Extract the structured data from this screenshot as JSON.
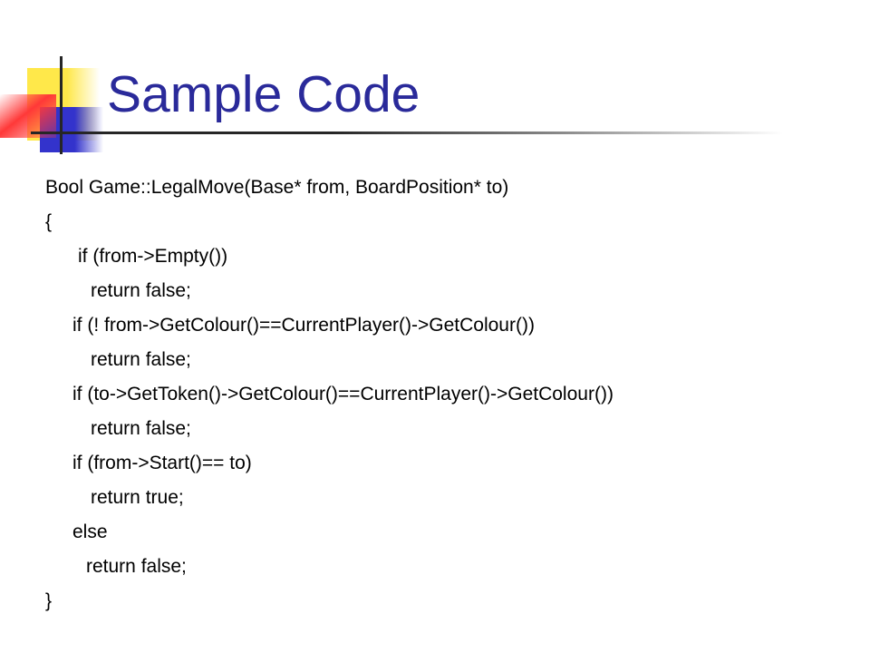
{
  "slide": {
    "title": "Sample Code",
    "code_lines": [
      {
        "text": "Bool Game::LegalMove(Base* from, BoardPosition* to)",
        "indent": 0
      },
      {
        "text": "{",
        "indent": 0
      },
      {
        "text": "if (from->Empty())",
        "indent": 36
      },
      {
        "text": "return false;",
        "indent": 50
      },
      {
        "text": "if (! from->GetColour()==CurrentPlayer()->GetColour())",
        "indent": 30
      },
      {
        "text": "return false;",
        "indent": 50
      },
      {
        "text": "if (to->GetToken()->GetColour()==CurrentPlayer()->GetColour())",
        "indent": 30
      },
      {
        "text": "return false;",
        "indent": 50
      },
      {
        "text": "if (from->Start()== to)",
        "indent": 30
      },
      {
        "text": "return true;",
        "indent": 50
      },
      {
        "text": "else",
        "indent": 30
      },
      {
        "text": "return false;",
        "indent": 45
      },
      {
        "text": "}",
        "indent": 0
      }
    ]
  },
  "colors": {
    "title": "#2a2a9a",
    "body_text": "#000000",
    "deco_yellow": "#ffe84a",
    "deco_blue": "#3333cc",
    "deco_red": "#ff3838",
    "rule": "#262626"
  }
}
